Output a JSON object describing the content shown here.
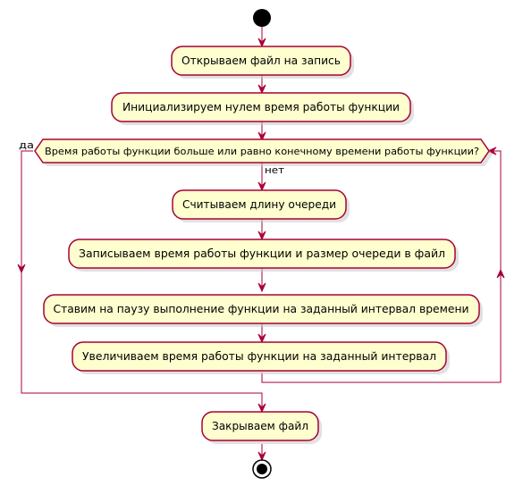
{
  "colors": {
    "node_fill": "#FEFECE",
    "border": "#A80036",
    "terminal": "#000000"
  },
  "steps": {
    "open_file": "Открываем файл на запись",
    "init_time": "Инициализируем нулем время работы функции",
    "read_queue": "Считываем длину очереди",
    "write_to_file": "Записываем время работы функции и размер очереди в файл",
    "pause": "Ставим на паузу выполнение функции на заданный интервал времени",
    "increase_time": "Увеличиваем время работы функции на заданный интервал",
    "close_file": "Закрываем файл"
  },
  "loop": {
    "condition": "Время работы функции больше или равно конечному времени работы функции?",
    "yes_label": "да",
    "no_label": "нет"
  }
}
